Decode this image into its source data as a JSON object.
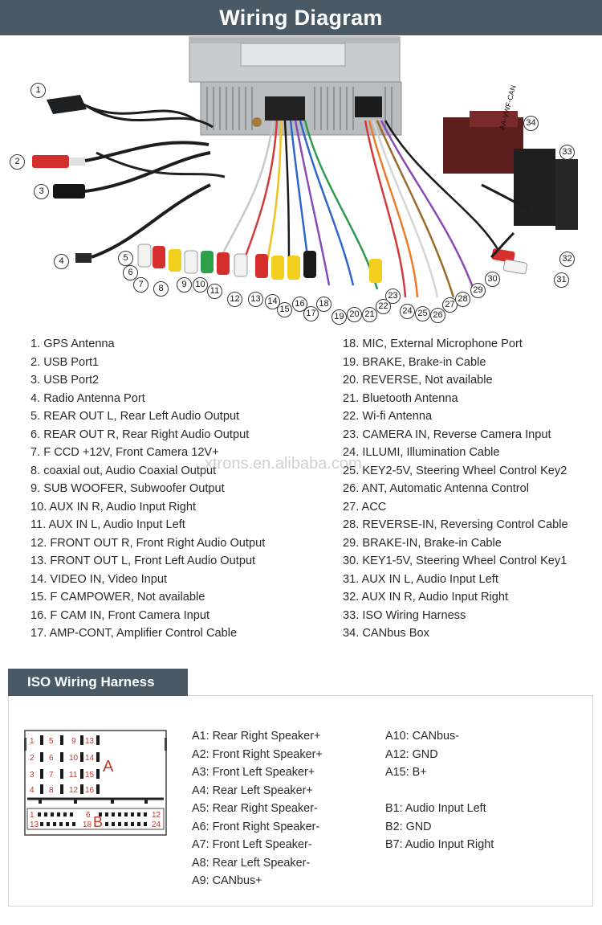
{
  "header": {
    "title": "Wiring Diagram"
  },
  "watermark": "xtrons.en.alibaba.com",
  "legend": {
    "left": [
      "1. GPS Antenna",
      "2. USB Port1",
      "3. USB Port2",
      "4. Radio Antenna Port",
      "5. REAR OUT L, Rear Left Audio Output",
      "6. REAR OUT R, Rear Right Audio Output",
      "7. F CCD +12V, Front Camera 12V+",
      "8. coaxial out, Audio Coaxial Output",
      "9. SUB WOOFER, Subwoofer Output",
      "10. AUX IN R, Audio Input Right",
      "11. AUX IN L, Audio Input Left",
      "12. FRONT OUT R, Front Right Audio Output",
      "13. FRONT OUT L, Front Left Audio Output",
      "14. VIDEO IN, Video Input",
      "15. F CAMPOWER, Not available",
      "16. F CAM IN, Front Camera Input",
      "17. AMP-CONT, Amplifier Control Cable"
    ],
    "right": [
      "18. MIC, External Microphone Port",
      "19. BRAKE, Brake-in Cable",
      "20. REVERSE, Not available",
      "21. Bluetooth Antenna",
      "22. Wi-fi Antenna",
      "23. CAMERA IN, Reverse Camera Input",
      "24. ILLUMI, Illumination Cable",
      "25. KEY2-5V, Steering Wheel Control Key2",
      "26. ANT, Automatic Antenna Control",
      "27. ACC",
      "28. REVERSE-IN, Reversing Control Cable",
      "29. BRAKE-IN, Brake-in Cable",
      "30. KEY1-5V, Steering Wheel Control Key1",
      "31. AUX IN L, Audio Input Left",
      "32. AUX IN R, Audio Input Right",
      "33. ISO Wiring Harness",
      "34. CANbus Box"
    ]
  },
  "callouts": [
    "1",
    "2",
    "3",
    "4",
    "5",
    "6",
    "7",
    "8",
    "9",
    "10",
    "11",
    "12",
    "13",
    "14",
    "15",
    "16",
    "17",
    "18",
    "19",
    "20",
    "21",
    "22",
    "23",
    "24",
    "25",
    "26",
    "27",
    "28",
    "29",
    "30",
    "31",
    "32",
    "33",
    "34"
  ],
  "unit_labels": {
    "canbox": "AA-VWF-CAN"
  },
  "iso": {
    "title": "ISO Wiring Harness",
    "connector": {
      "block_a_label": "A",
      "block_b_label": "B",
      "a_pins": [
        "1",
        "5",
        "9",
        "13",
        "2",
        "6",
        "10",
        "14",
        "3",
        "7",
        "11",
        "15",
        "4",
        "8",
        "12",
        "16"
      ],
      "b_row1": [
        "1",
        "6",
        "12"
      ],
      "b_row2": [
        "13",
        "18",
        "24"
      ]
    },
    "pins_a": [
      "A1:  Rear Right Speaker+",
      "A2: Front Right Speaker+",
      "A3: Front Left Speaker+",
      "A4: Rear Left Speaker+",
      "A5: Rear Right Speaker-",
      "A6: Front Right Speaker-",
      "A7: Front Left Speaker-",
      "A8: Rear Left Speaker-",
      "A9: CANbus+"
    ],
    "pins_b_top": [
      "A10: CANbus-",
      "A12: GND",
      "A15: B+"
    ],
    "pins_b_bottom": [
      "B1: Audio Input Left",
      "B2: GND",
      "B7: Audio Input Right"
    ]
  }
}
